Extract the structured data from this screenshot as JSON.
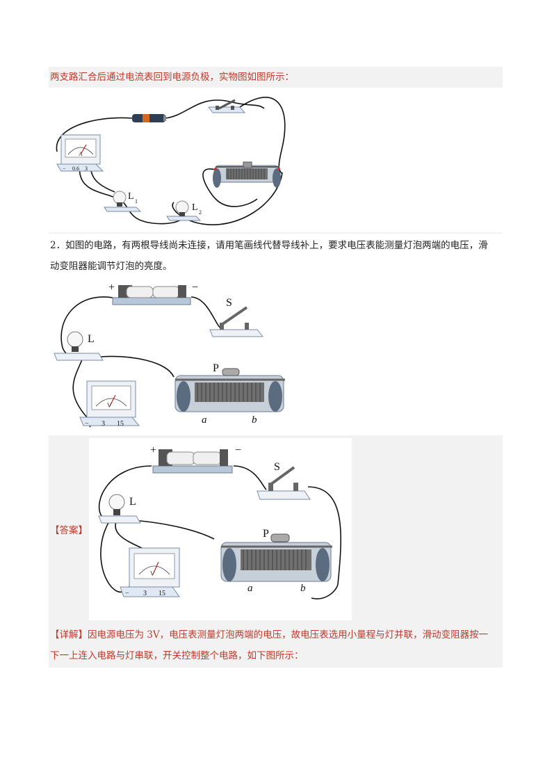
{
  "intro_line": "两支路汇合后通过电流表回到电源负极，实物图如图所示：",
  "fig1": {
    "ammeter_label": "A",
    "ammeter_terms": [
      "−",
      "0.6",
      "3"
    ],
    "lamp1": {
      "label": "L",
      "sub": "1"
    },
    "lamp2": {
      "label": "L",
      "sub": "2"
    }
  },
  "question": {
    "line1": "2．如图的电路，有两根导线尚未连接，请用笔画线代替导线补上，要求电压表能测量灯泡两端的电压，滑",
    "line2": "动变阻器能调节灯泡的亮度。"
  },
  "fig2": {
    "plus": "+",
    "minus": "−",
    "switch_label": "S",
    "lamp_label": "L",
    "slider_label": "P",
    "a": "a",
    "b": "b",
    "voltmeter_label": "V",
    "voltmeter_terms": [
      "−",
      "3",
      "15"
    ]
  },
  "answer_tag": "【答案】",
  "detail": {
    "tag": "【详解】",
    "line1": "因电源电压为 3V，电压表测量灯泡两端的电压，故电压表选用小量程与灯并联，滑动变阻器按一",
    "line2": "下一上连入电路与灯串联，开关控制整个电路，如下图所示："
  }
}
